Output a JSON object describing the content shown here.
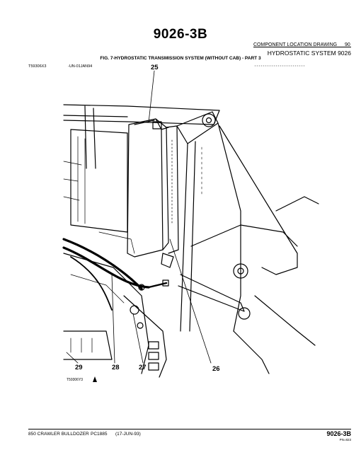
{
  "header": {
    "page_title": "9026-3B",
    "section": "COMPONENT LOCATION DRAWING",
    "page_num": "90",
    "group": "HYDROSTATIC SYSTEM 9026"
  },
  "figure": {
    "title": "FIG. 7-HYDROSTATIC TRANSMISSION SYSTEM (WITHOUT CAB) - PART 3",
    "image_id": "T59306X3",
    "date_code": "-UN-01JAN94",
    "bottom_code": "T59306Y3",
    "callouts": [
      "25",
      "26",
      "27",
      "28",
      "29"
    ]
  },
  "footer": {
    "machine": "850 CRAWLER BULLDOZER",
    "pub": "PC1885",
    "date": "(17-JUN-93)",
    "page": "9026-3B",
    "sub": "PN=823"
  }
}
